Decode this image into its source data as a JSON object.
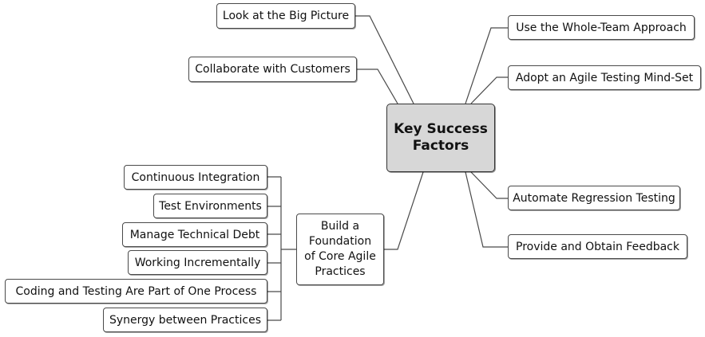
{
  "center": {
    "line1": "Key Success",
    "line2": "Factors"
  },
  "right_branches": [
    "Use the Whole-Team Approach",
    "Adopt an Agile Testing Mind-Set",
    "Automate Regression Testing",
    "Provide and Obtain Feedback"
  ],
  "left_branches": [
    "Look at the Big Picture",
    "Collaborate with Customers"
  ],
  "foundation": {
    "line1": "Build a",
    "line2": "Foundation",
    "line3": "of Core Agile",
    "line4": "Practices"
  },
  "practices": [
    "Continuous Integration",
    "Test Environments",
    "Manage Technical Debt",
    "Working Incrementally",
    "Coding and Testing Are Part of One Process",
    "Synergy between Practices"
  ],
  "colors": {
    "center_fill": "#d7d7d7",
    "node_fill": "#ffffff",
    "stroke": "#4a4a4a"
  }
}
